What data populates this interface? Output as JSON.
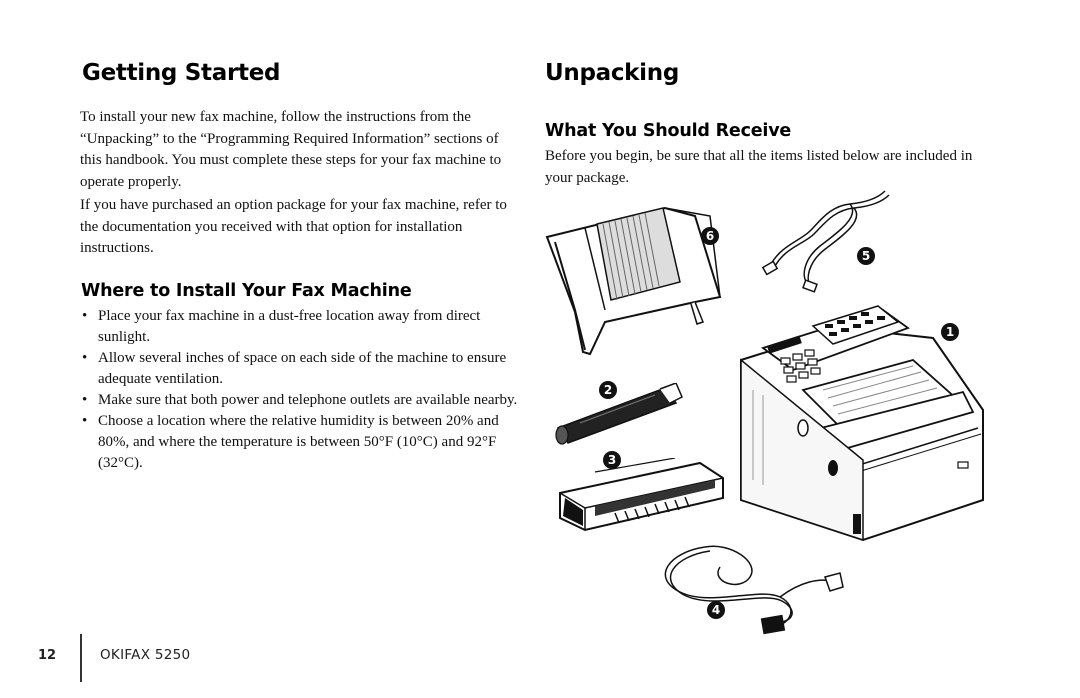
{
  "left": {
    "title": "Getting Started",
    "intro_p1": "To install your new fax machine, follow the instructions from the “Unpacking” to the “Programming Required Information” sections of this handbook. You must complete these steps for your fax machine to operate properly.",
    "intro_p2": "If you have purchased an option package for your fax machine, refer to the documentation you received with that option for installation instructions.",
    "section_title": "Where to Install Your Fax Machine",
    "bullets": [
      "Place your fax machine in a dust-free location away from direct sunlight.",
      "Allow several inches of space on each side of the machine to ensure adequate ventilation.",
      "Make sure that both power and telephone outlets are available nearby.",
      "Choose a location where the relative humidity is between 20% and 80%, and where the temperature is between 50°F (10°C) and 92°F (32°C)."
    ]
  },
  "right": {
    "title": "Unpacking",
    "section_title": "What You Should Receive",
    "intro": "Before you begin, be sure that all the items listed below are included in your package.",
    "callouts": {
      "fax_machine": "1",
      "toner_cartridge": "2",
      "drum_cartridge": "3",
      "power_cord": "4",
      "telephone_line_cord": "5",
      "document_tray": "6"
    }
  },
  "footer": {
    "page_number": "12",
    "product": "OKIFAX 5250"
  }
}
